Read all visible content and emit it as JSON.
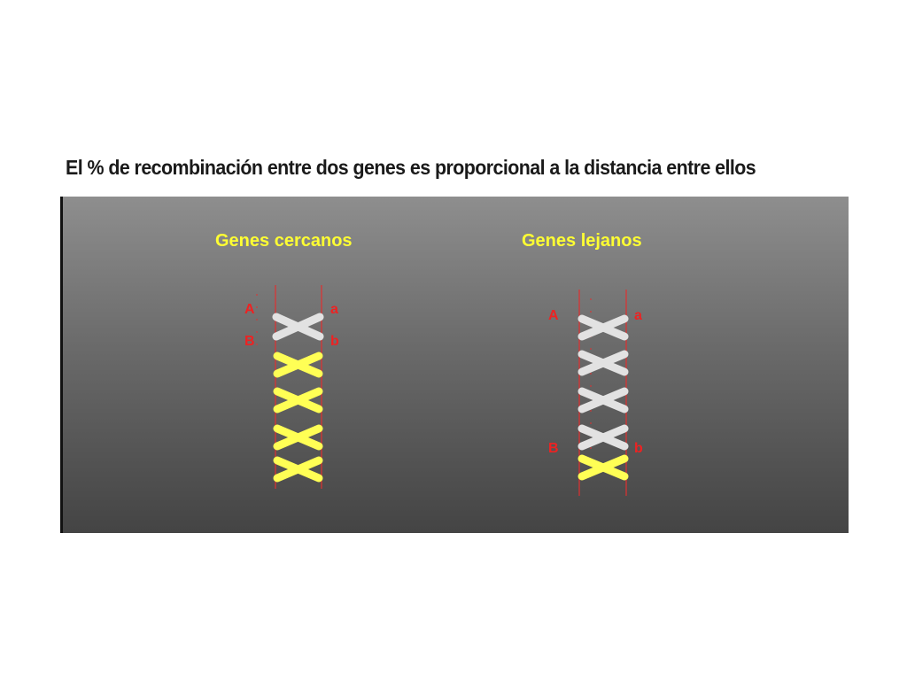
{
  "title": "El % de recombinación entre dos genes es proporcional a la distancia entre ellos",
  "panels": {
    "left": {
      "heading": "Genes cercanos",
      "labels": {
        "A": "A",
        "a": "a",
        "B": "B",
        "b": "b"
      },
      "crossovers": [
        "grey",
        "yellow",
        "yellow",
        "yellow",
        "yellow"
      ]
    },
    "right": {
      "heading": "Genes lejanos",
      "labels": {
        "A": "A",
        "a": "a",
        "B": "B",
        "b": "b"
      },
      "crossovers": [
        "grey",
        "grey",
        "grey",
        "grey",
        "yellow"
      ]
    }
  },
  "colors": {
    "background_top": "#8e8e8e",
    "background_bottom": "#444444",
    "heading": "#ffff33",
    "labels": "#ee2222",
    "strands": "#e03030",
    "crossover_between": "#e2e2e2",
    "crossover_outside": "#ffff55"
  }
}
